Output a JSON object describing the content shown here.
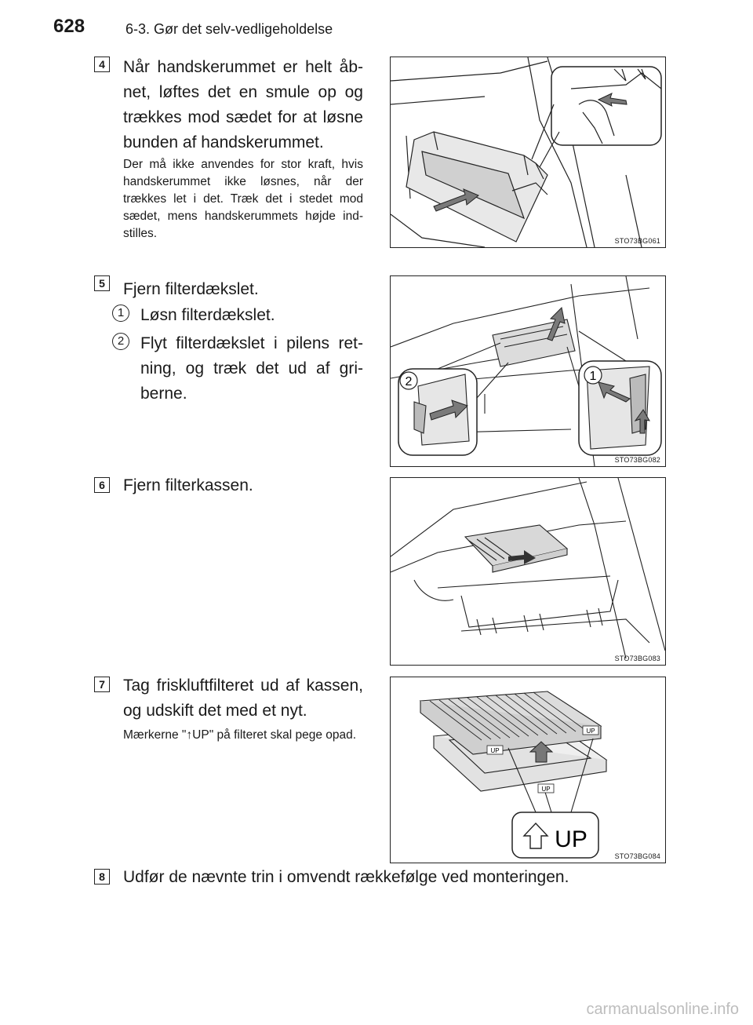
{
  "header": {
    "page_number": "628",
    "section": "6-3. Gør det selv-vedligeholdelse"
  },
  "steps": {
    "s4": {
      "badge": "4",
      "text": "Når handskerummet er helt åb­net, løftes det en smule op og trækkes mod sædet for at løsne bunden af handskerummet.",
      "note": "Der må ikke anvendes for stor kraft, hvis handskerummet ikke løsnes, når der trækkes let i det. Træk det i stedet mod sædet, mens handskerummets højde ind­stilles.",
      "figure_code": "STO73BG061"
    },
    "s5": {
      "badge": "5",
      "text": "Fjern filterdækslet.",
      "sub1_num": "1",
      "sub1_text": "Løsn filterdækslet.",
      "sub2_num": "2",
      "sub2_text": "Flyt filterdækslet i pilens ret­ning, og træk det ud af gri­berne.",
      "figure_code": "STO73BG082",
      "callout_2": "2",
      "callout_1": "1"
    },
    "s6": {
      "badge": "6",
      "text": "Fjern filterkassen.",
      "figure_code": "STO73BG083"
    },
    "s7": {
      "badge": "7",
      "text": "Tag friskluftfilteret ud af kassen, og udskift det med et nyt.",
      "note": "Mærkerne \"↑UP\" på filteret skal pege opad.",
      "figure_code": "STO73BG084",
      "callout_label": "UP",
      "mark_label": "UP"
    },
    "s8": {
      "badge": "8",
      "text": "Udfør de nævnte trin i omvendt rækkefølge ved monteringen."
    }
  },
  "watermark": "carmanualsonline.info"
}
